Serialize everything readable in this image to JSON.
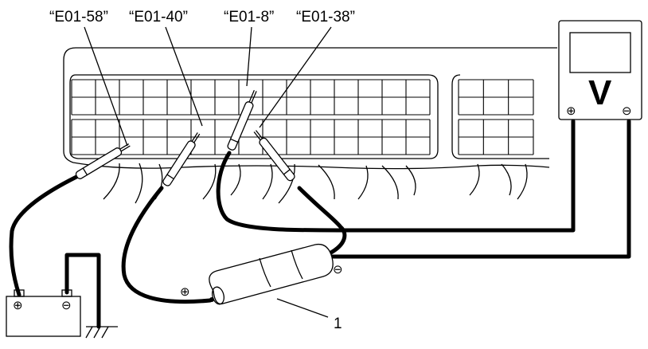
{
  "terminals": [
    {
      "label": "“E01-58”"
    },
    {
      "label": "“E01-40”"
    },
    {
      "label": "“E01-8”"
    },
    {
      "label": "“E01-38”"
    }
  ],
  "voltmeter": {
    "letter": "V",
    "plus": "⊕",
    "minus": "⊖"
  },
  "battery": {
    "plus": "⊕",
    "minus": "⊖"
  },
  "component": {
    "number": "1",
    "plus": "⊕",
    "minus": "⊖"
  },
  "colors": {
    "line": "#000000",
    "background": "#ffffff"
  }
}
